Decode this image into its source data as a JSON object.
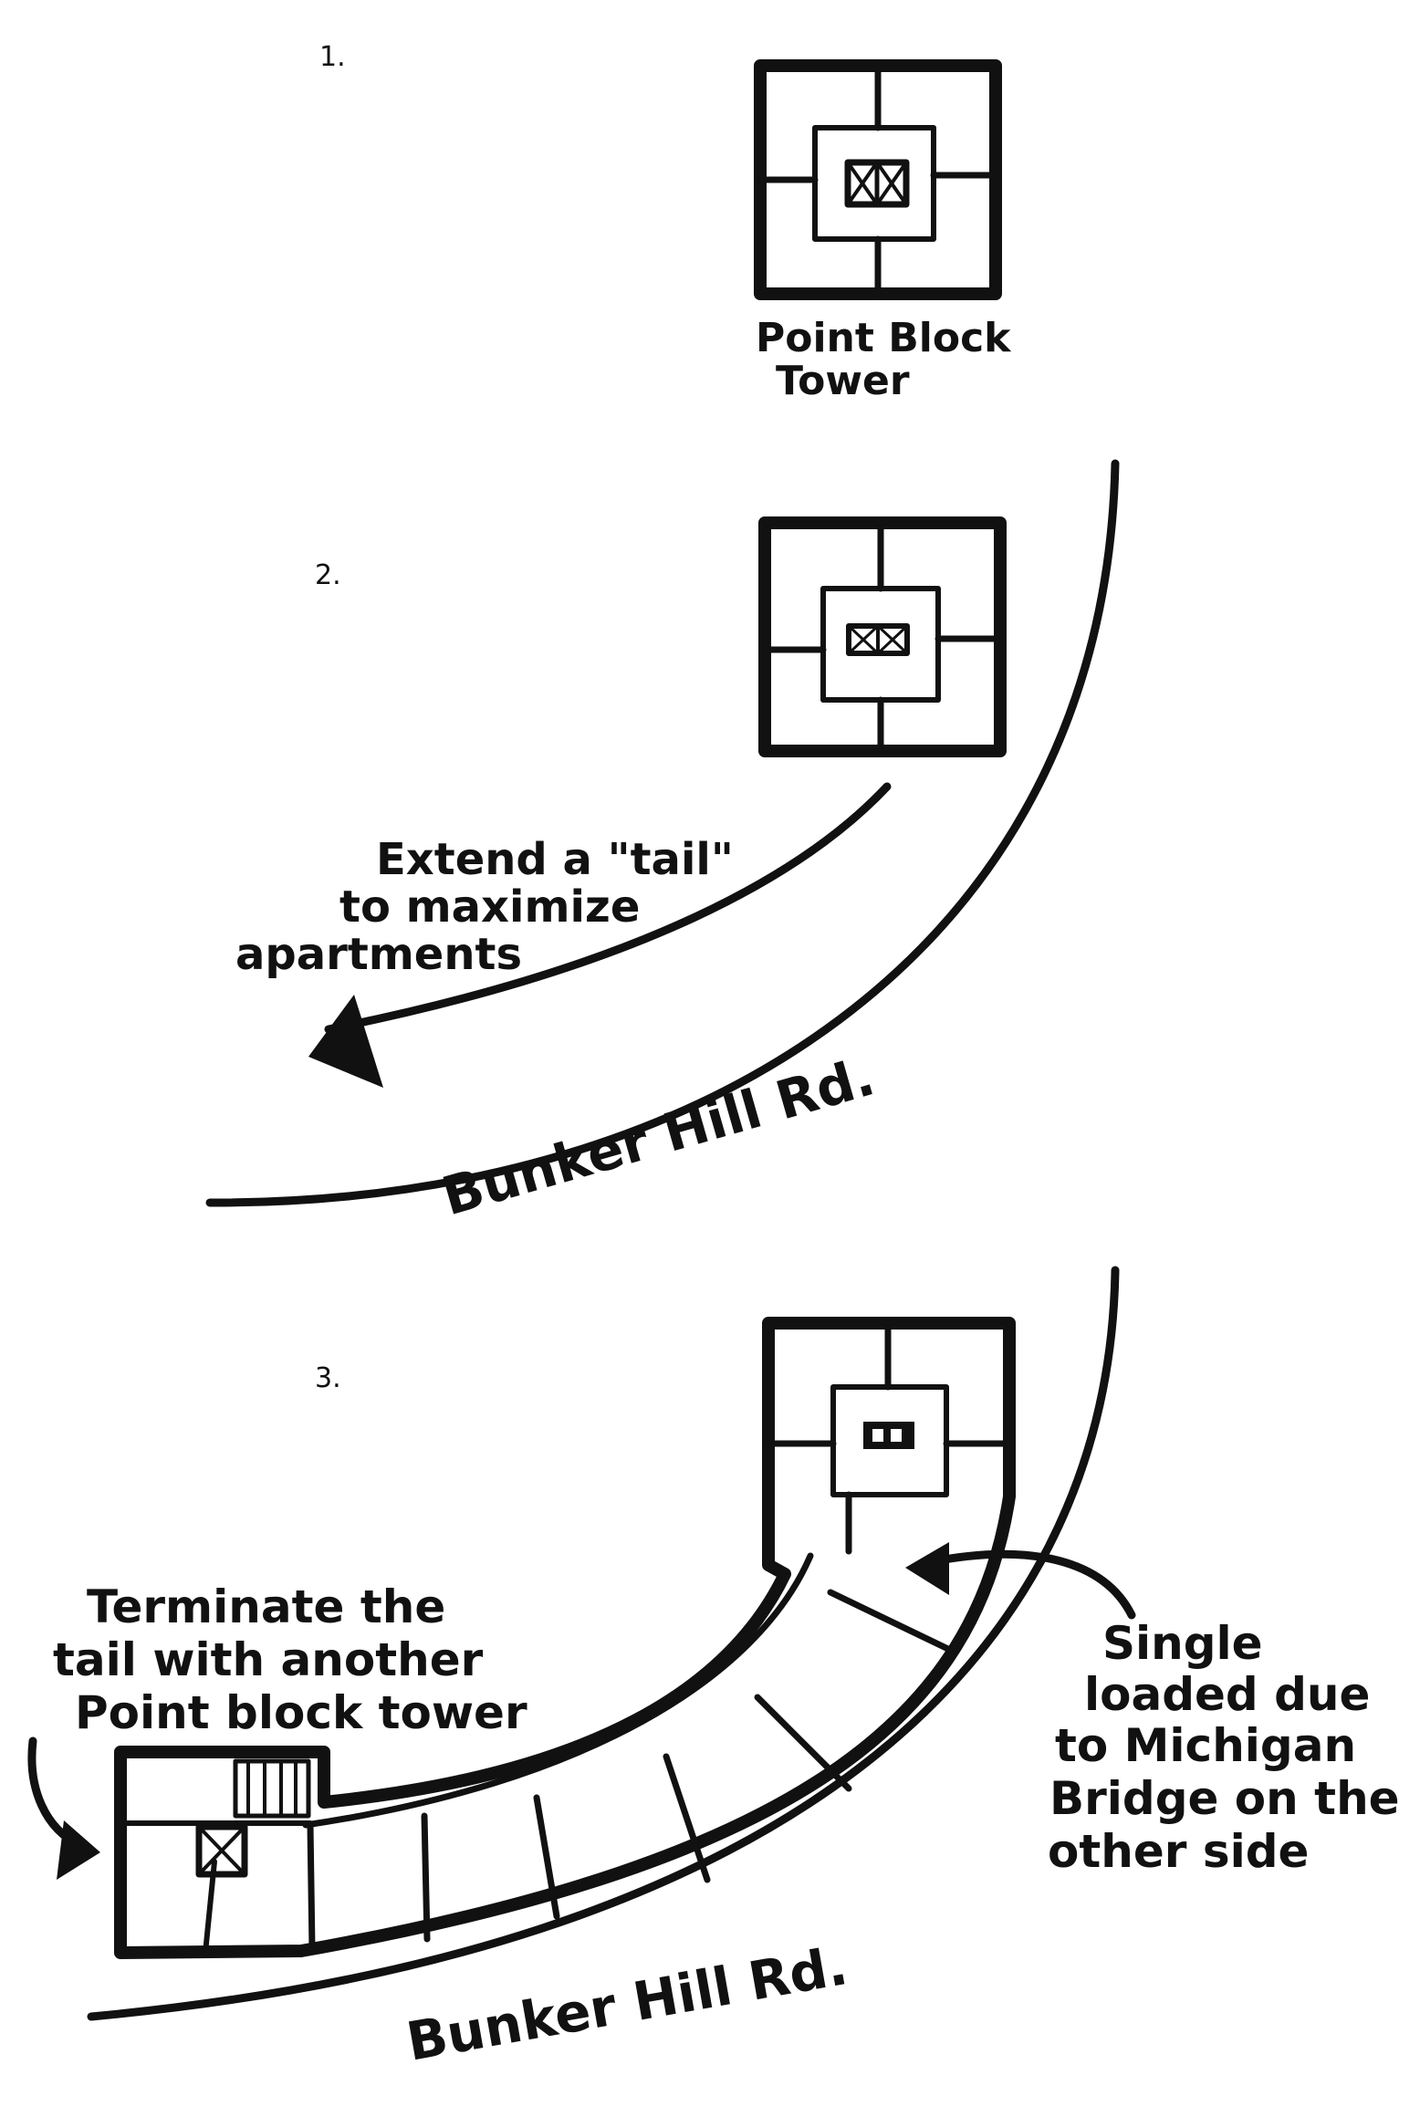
{
  "steps": [
    {
      "number": "1.",
      "label_line1": "Point Block",
      "label_line2": "Tower"
    },
    {
      "number": "2.",
      "note_line1": "Extend a \"tail\"",
      "note_line2": "to maximize",
      "note_line3": "apartments",
      "road": "Bunker Hill Rd."
    },
    {
      "number": "3.",
      "left_note_line1": "Terminate the",
      "left_note_line2": "tail with another",
      "left_note_line3": "Point block tower",
      "right_note_line1": "Single",
      "right_note_line2": "loaded due",
      "right_note_line3": "to Michigan",
      "right_note_line4": "Bridge on the",
      "right_note_line5": "other side",
      "road": "Bunker Hill Rd."
    }
  ]
}
